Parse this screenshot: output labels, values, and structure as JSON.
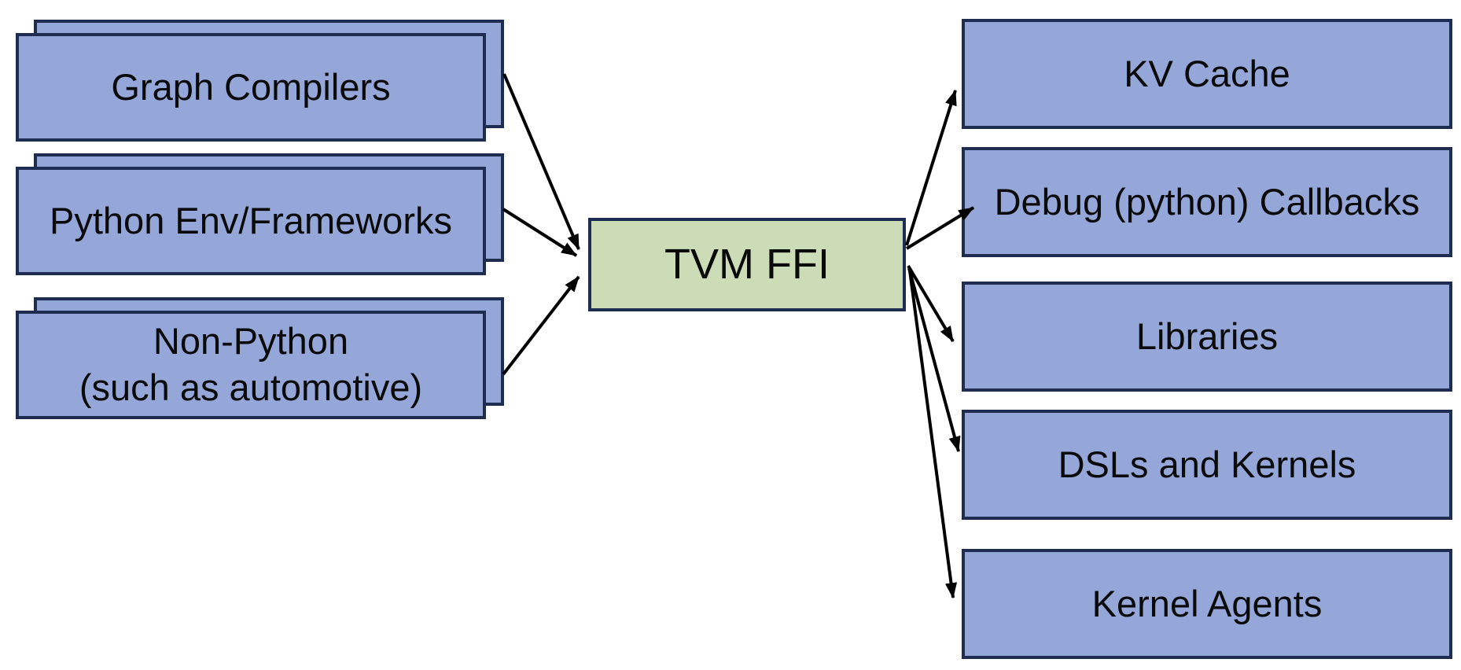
{
  "colors": {
    "node_fill": "#95A6D9",
    "node_border": "#1F2C52",
    "hub_fill": "#CBDCB6",
    "arrow": "#000000",
    "text": "#0A0A0A"
  },
  "diagram": {
    "sources": [
      {
        "label": "Graph Compilers"
      },
      {
        "label": "Python Env/Frameworks"
      },
      {
        "label": "Non-Python\n(such as automotive)"
      }
    ],
    "hub": {
      "label": "TVM FFI"
    },
    "targets": [
      {
        "label": "KV Cache"
      },
      {
        "label": "Debug (python) Callbacks"
      },
      {
        "label": "Libraries"
      },
      {
        "label": "DSLs and Kernels"
      },
      {
        "label": "Kernel Agents"
      }
    ],
    "edges": [
      {
        "from": "Graph Compilers",
        "to": "TVM FFI"
      },
      {
        "from": "Python Env/Frameworks",
        "to": "TVM FFI"
      },
      {
        "from": "Non-Python (such as automotive)",
        "to": "TVM FFI"
      },
      {
        "from": "TVM FFI",
        "to": "KV Cache"
      },
      {
        "from": "TVM FFI",
        "to": "Debug (python) Callbacks"
      },
      {
        "from": "TVM FFI",
        "to": "Libraries"
      },
      {
        "from": "TVM FFI",
        "to": "DSLs and Kernels"
      },
      {
        "from": "TVM FFI",
        "to": "Kernel Agents"
      }
    ]
  }
}
